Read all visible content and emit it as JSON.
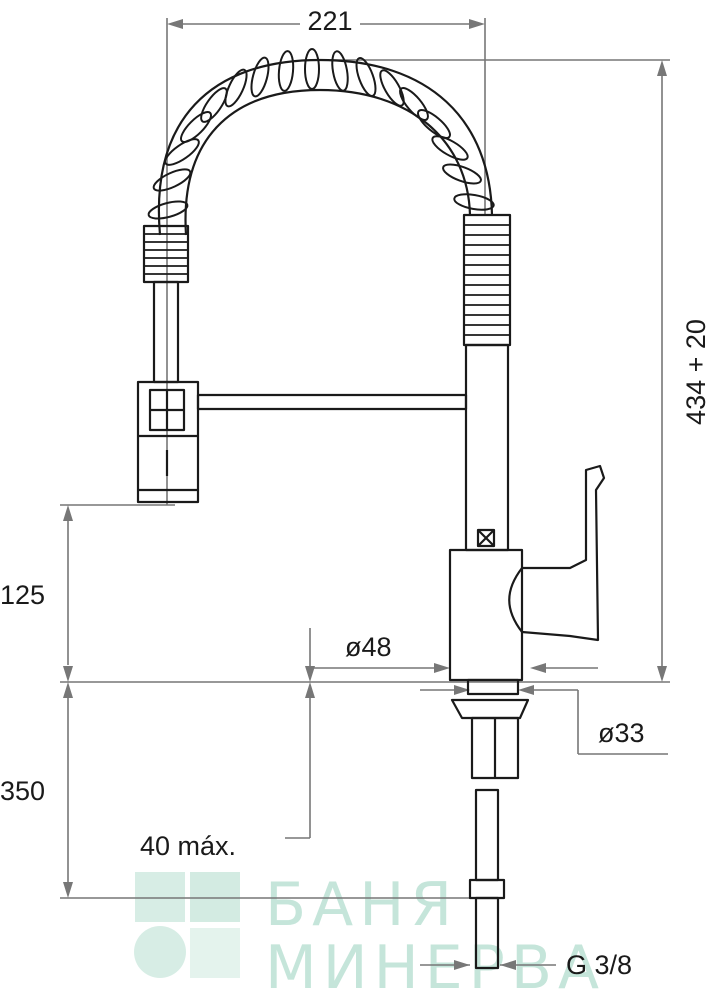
{
  "dimensions": {
    "width_top": "221",
    "height_total": "434 + 20",
    "spout_height": "125",
    "body_diameter": "ø48",
    "hole_diameter": "ø33",
    "under_sink": "350",
    "counter_thickness": "40 máx.",
    "connection": "G 3/8"
  },
  "watermark": {
    "line1": "БАНЯ",
    "line2": "МИНЕРВА"
  },
  "colors": {
    "line": "#1a1a1a",
    "dimension": "#777777",
    "watermark": "#bfe3d6"
  }
}
